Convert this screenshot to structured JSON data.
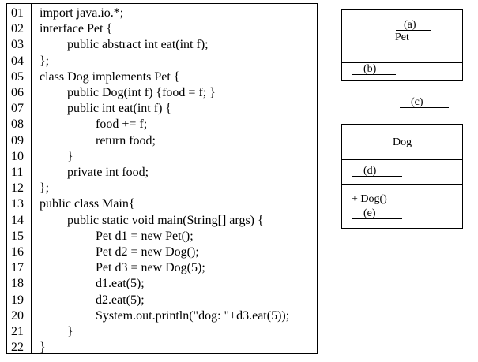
{
  "code": {
    "lines": [
      {
        "num": "01",
        "text": "import java.io.*;",
        "indent": 0
      },
      {
        "num": "02",
        "text": "interface Pet {",
        "indent": 0
      },
      {
        "num": "03",
        "text": "public abstract int eat(int f);",
        "indent": 1
      },
      {
        "num": "04",
        "text": "};",
        "indent": 0
      },
      {
        "num": "05",
        "text": "class Dog implements Pet {",
        "indent": 0
      },
      {
        "num": "06",
        "text": "public Dog(int f) {food = f; }",
        "indent": 1
      },
      {
        "num": "07",
        "text": "public int eat(int f) {",
        "indent": 1
      },
      {
        "num": "08",
        "text": "food += f;",
        "indent": 2
      },
      {
        "num": "09",
        "text": "return food;",
        "indent": 2
      },
      {
        "num": "10",
        "text": "}",
        "indent": 1
      },
      {
        "num": "11",
        "text": "private int food;",
        "indent": 1
      },
      {
        "num": "12",
        "text": "};",
        "indent": 0
      },
      {
        "num": "13",
        "text": "public class Main{",
        "indent": 0
      },
      {
        "num": "14",
        "text": "public static void main(String[] args) {",
        "indent": 1
      },
      {
        "num": "15",
        "text": "Pet d1 = new Pet();",
        "indent": 2
      },
      {
        "num": "16",
        "text": "Pet d2 = new Dog();",
        "indent": 2
      },
      {
        "num": "17",
        "text": "Pet d3 = new Dog(5);",
        "indent": 2
      },
      {
        "num": "18",
        "text": "d1.eat(5);",
        "indent": 2
      },
      {
        "num": "19",
        "text": "d2.eat(5);",
        "indent": 2
      },
      {
        "num": "20",
        "text": "System.out.println(\"dog: \"+d3.eat(5));",
        "indent": 2
      },
      {
        "num": "21",
        "text": "}",
        "indent": 1
      },
      {
        "num": "22",
        "text": "}",
        "indent": 0
      }
    ]
  },
  "uml": {
    "pet": {
      "blank_a": "(a)",
      "name": "Pet",
      "blank_b": "(b)"
    },
    "relation": {
      "blank_c": "(c)"
    },
    "dog": {
      "name": "Dog",
      "blank_d": "(d)",
      "constructor": "+ Dog()",
      "blank_e": "(e)"
    }
  }
}
